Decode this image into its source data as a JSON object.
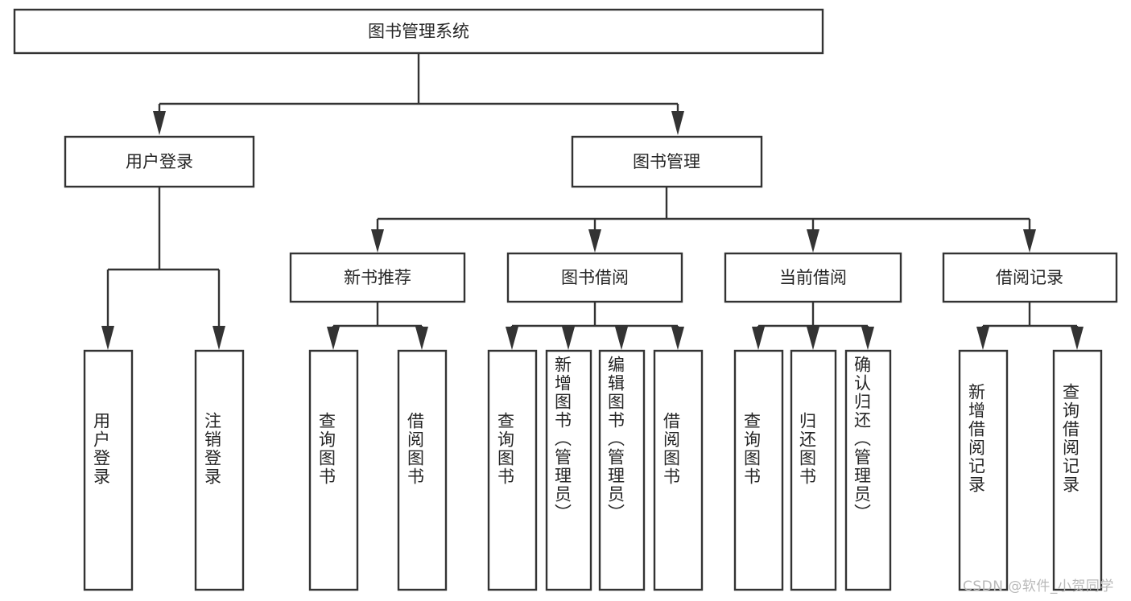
{
  "diagram": {
    "type": "tree-hierarchy-chart",
    "title_node": {
      "label": "图书管理系统"
    },
    "level2": [
      {
        "id": "user-login",
        "label": "用户登录"
      },
      {
        "id": "book-management",
        "label": "图书管理"
      }
    ],
    "level3": [
      {
        "id": "new-book-recommend",
        "label": "新书推荐"
      },
      {
        "id": "book-borrow",
        "label": "图书借阅"
      },
      {
        "id": "current-borrow",
        "label": "当前借阅"
      },
      {
        "id": "borrow-record",
        "label": "借阅记录"
      }
    ],
    "leaves": [
      {
        "id": "leaf-user-login",
        "label": "用户登录",
        "parent": "user-login"
      },
      {
        "id": "leaf-user-logout",
        "label": "注销登录",
        "parent": "user-login"
      },
      {
        "id": "leaf-query-book-1",
        "label": "查询图书",
        "parent": "new-book-recommend"
      },
      {
        "id": "leaf-borrow-book-1",
        "label": "借阅图书",
        "parent": "new-book-recommend"
      },
      {
        "id": "leaf-query-book-2",
        "label": "查询图书",
        "parent": "book-borrow"
      },
      {
        "id": "leaf-add-book",
        "label": "新增图书（管理员）",
        "parent": "book-borrow"
      },
      {
        "id": "leaf-edit-book",
        "label": "编辑图书（管理员）",
        "parent": "book-borrow"
      },
      {
        "id": "leaf-borrow-book-2",
        "label": "借阅图书",
        "parent": "book-borrow"
      },
      {
        "id": "leaf-query-book-3",
        "label": "查询图书",
        "parent": "current-borrow"
      },
      {
        "id": "leaf-return-book",
        "label": "归还图书",
        "parent": "current-borrow"
      },
      {
        "id": "leaf-confirm-return",
        "label": "确认归还（管理员）",
        "parent": "current-borrow"
      },
      {
        "id": "leaf-add-record",
        "label": "新增借阅记录",
        "parent": "borrow-record"
      },
      {
        "id": "leaf-query-record",
        "label": "查询借阅记录",
        "parent": "borrow-record"
      }
    ],
    "colors": {
      "stroke": "#333333",
      "fill": "#ffffff",
      "text": "#262626",
      "watermark": "#b9b9b9"
    }
  },
  "watermark": {
    "text": "CSDN @软件_小贺同学"
  }
}
